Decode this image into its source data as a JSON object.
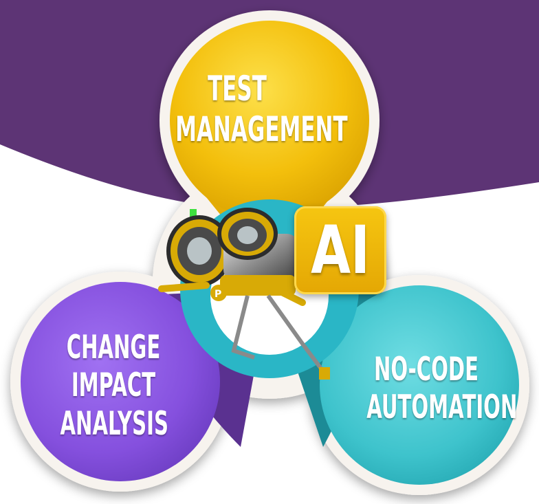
{
  "labels": {
    "test_management": [
      "TEST",
      "MANAGEMENT"
    ],
    "change_impact": [
      "CHANGE",
      "IMPACT",
      "ANALYSIS"
    ],
    "no_code": [
      "NO-CODE",
      "AUTOMATION"
    ]
  },
  "badge": {
    "text": "AI"
  },
  "colors": {
    "background_top": "#5d3475",
    "yellow": "#f4c30e",
    "purple": "#8c56e6",
    "teal": "#3dc3cc",
    "center_ring": "#2ab6c6"
  },
  "icons": {
    "mascot": "binocular-robot-icon"
  }
}
